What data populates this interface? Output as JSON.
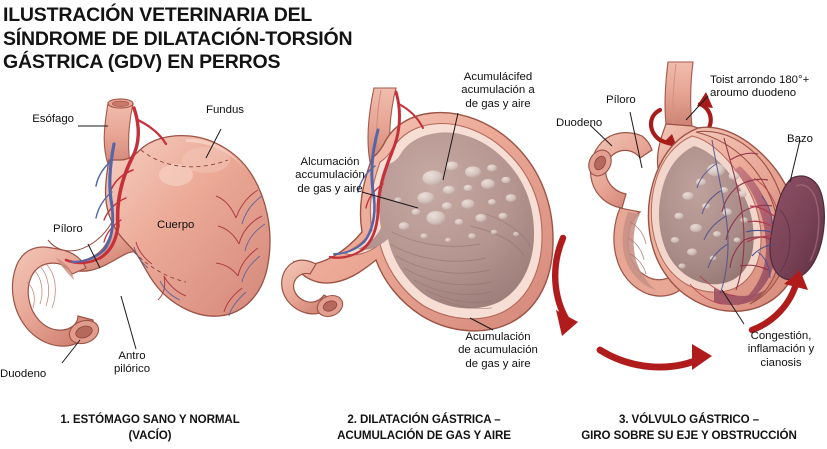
{
  "header": {
    "title": "ILUSTRACIÓN VETERINARIA DEL\nSÍNDROME DE DILATACIÓN-TORSIÓN\nGÁSTRICA (GDV) EN PERROS"
  },
  "panels": [
    {
      "number": "1",
      "caption": "1. ESTÓMAGO SANO Y NORMAL\n(VACÍO)",
      "labels": [
        {
          "name": "esofago",
          "text": "Esófago"
        },
        {
          "name": "fundus",
          "text": "Fundus"
        },
        {
          "name": "piloro",
          "text": "Píloro"
        },
        {
          "name": "cuerpo",
          "text": "Cuerpo"
        },
        {
          "name": "duodeno",
          "text": "Duodeno"
        },
        {
          "name": "antro-pilorico",
          "text": "Antro\npilórico"
        }
      ]
    },
    {
      "number": "2",
      "caption": "2. DILATACIÓN GÁSTRICA –\nACUMULACIÓN DE GAS Y AIRE",
      "labels": [
        {
          "name": "acumulacion-superior",
          "text": "Acumulácifed\nacumulación a\nde gas y aire"
        },
        {
          "name": "acumulacion-izquierda",
          "text": "Alcumación\naccumulación\nde gas y aire"
        },
        {
          "name": "acumulacion-inferior",
          "text": "Acumulación\nde acumulación\nde gas y aire"
        }
      ]
    },
    {
      "number": "3",
      "caption": "3. VÓLVULO GÁSTRICO –\nGIRO SOBRE SU EJE Y OBSTRUCCIÓN",
      "labels": [
        {
          "name": "torsion",
          "text": "Toist arrondo 180°+\naroumo duodeno"
        },
        {
          "name": "piloro",
          "text": "Píloro"
        },
        {
          "name": "duodeno",
          "text": "Duodeno"
        },
        {
          "name": "bazo",
          "text": "Bazo"
        },
        {
          "name": "congestion",
          "text": "Congestión,\ninflamación y\ncianosis"
        }
      ]
    }
  ],
  "colors": {
    "background": "#ffffff",
    "text": "#111111",
    "stomach_wall": "#e8a695",
    "stomach_wall_shade": "#d1806f",
    "stomach_highlight": "#f3c6b8",
    "mucosa": "#b99b96",
    "mucosa_dark": "#9c7d79",
    "artery": "#c4313a",
    "vein": "#5566a8",
    "spleen": "#7d4357",
    "spleen_dark": "#5e3042",
    "arrow_red": "#b01c1c",
    "congested": "#a5596a",
    "outline": "#8c4c41"
  }
}
